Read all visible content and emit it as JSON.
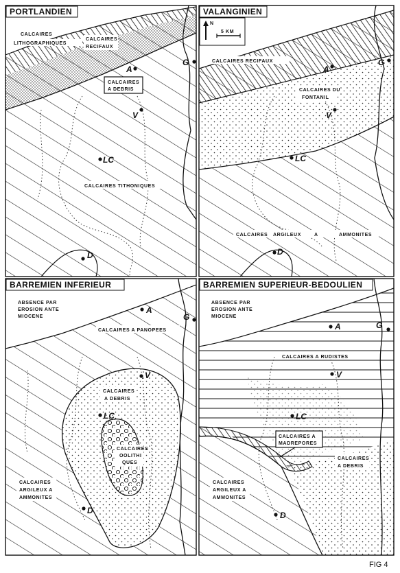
{
  "figure_label": "FIG 4",
  "scale_bar": {
    "north": "N",
    "distance": "5 KM"
  },
  "panels": [
    {
      "title": "PORTLANDIEN",
      "labels": [
        "CALCAIRES",
        "LITHOGRAPHIQUES",
        "CALCAIRES",
        "RECIFAUX",
        "CALCAIRES",
        "A DEBRIS",
        "CALCAIRES TITHONIQUES"
      ],
      "localities": [
        "A",
        "G",
        "V",
        "LC",
        "D"
      ]
    },
    {
      "title": "VALANGINIEN",
      "labels": [
        "CALCAIRES RECIFAUX",
        "CALCAIRES DU",
        "FONTANIL",
        "CALCAIRES",
        "ARGILEUX",
        "A",
        "AMMONITES"
      ],
      "localities": [
        "A",
        "G",
        "V",
        "LC",
        "D"
      ]
    },
    {
      "title": "BARREMIEN  INFERIEUR",
      "labels": [
        "ABSENCE PAR",
        "EROSION ANTE",
        "MIOCENE",
        "CALCAIRES A PANOPEES",
        "CALCAIRES",
        "A DEBRIS",
        "CALCAIRES",
        "OOLITHI",
        "QUES",
        "CALCAIRES",
        "ARGILEUX A",
        "AMMONITES"
      ],
      "localities": [
        "A",
        "G",
        "V",
        "LC",
        "D"
      ]
    },
    {
      "title": "BARREMIEN  SUPERIEUR-BEDOULIEN",
      "labels": [
        "ABSENCE PAR",
        "EROSION ANTE",
        "MIOCENE",
        "CALCAIRES A RUDISTES",
        "CALCAIRES A",
        "MADREPORES",
        "CALCAIRES",
        "A DEBRIS",
        "CALCAIRES",
        "ARGILEUX A",
        "AMMONITES"
      ],
      "localities": [
        "A",
        "G",
        "V",
        "LC",
        "D"
      ]
    }
  ],
  "colors": {
    "ink": "#111111",
    "paper": "#ffffff"
  }
}
